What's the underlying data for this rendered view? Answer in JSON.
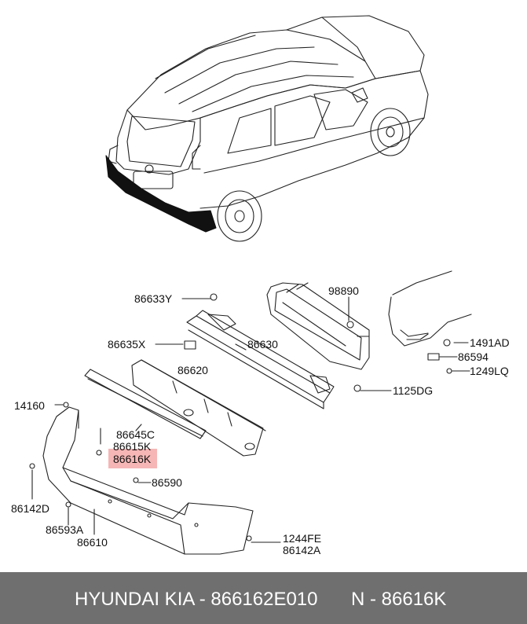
{
  "labels": {
    "p86633Y": "86633Y",
    "p98890": "98890",
    "p86635X": "86635X",
    "p86630": "86630",
    "p1491AD": "1491AD",
    "p86594": "86594",
    "p86620": "86620",
    "p1249LQ": "1249LQ",
    "p1125DG": "1125DG",
    "p14160": "14160",
    "p86645C": "86645C",
    "p86615K": "86615K",
    "p86616K": "86616K",
    "p86590": "86590",
    "p86142D": "86142D",
    "p86593A": "86593A",
    "p86610": "86610",
    "p1244FE": "1244FE",
    "p86142A": "86142A"
  },
  "highlighted_part": "86616K",
  "colors": {
    "highlight": "#f6b6b6",
    "footer_bg": "#6f6f6f",
    "footer_text": "#ffffff"
  },
  "footer": {
    "brand_part": "HYUNDAI KIA - 866162E010",
    "ref_part": "N - 86616K"
  }
}
